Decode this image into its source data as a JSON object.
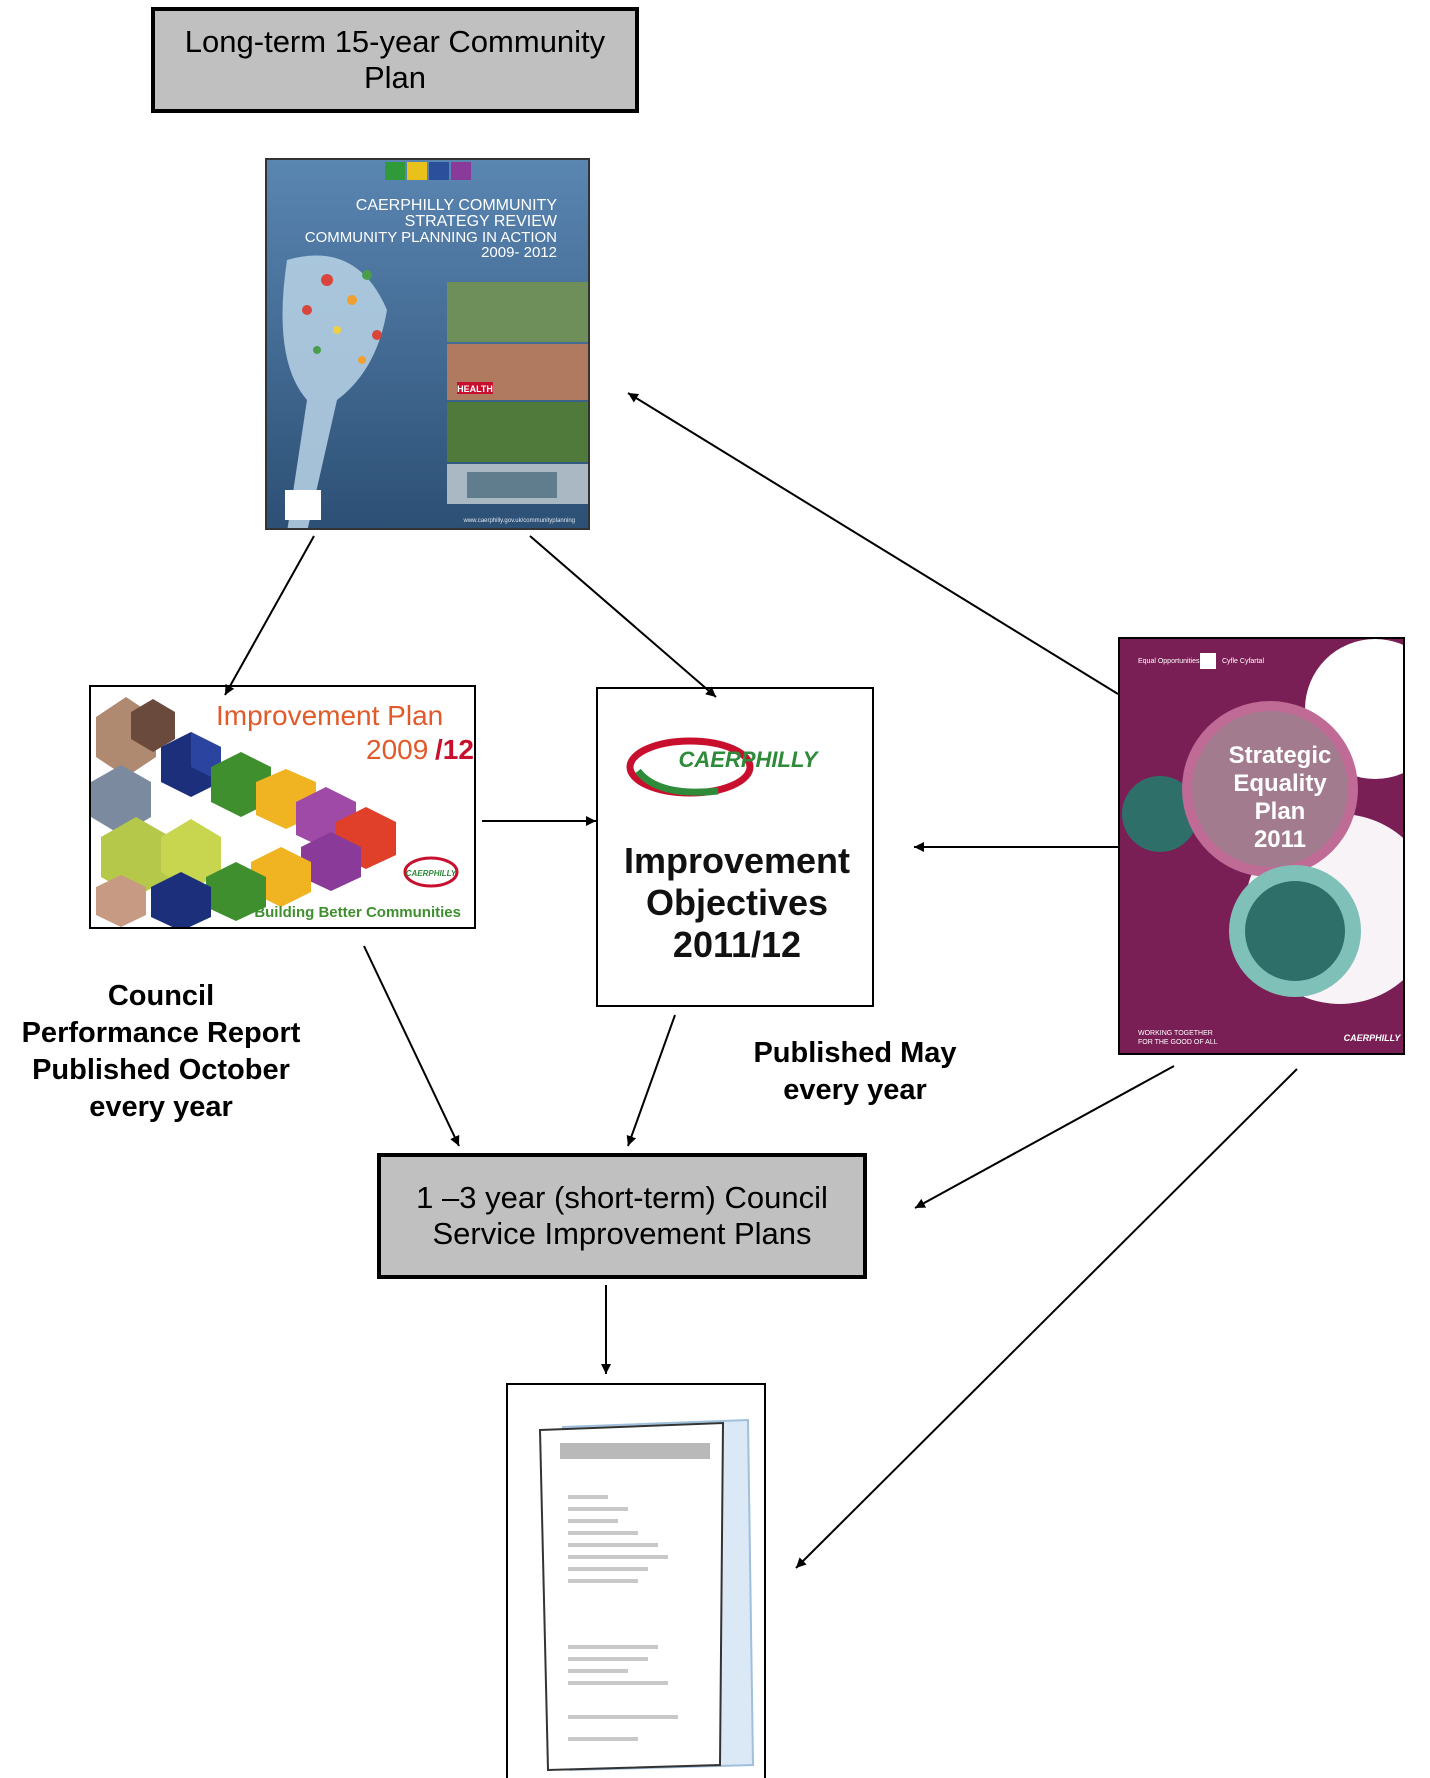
{
  "top_box": {
    "line1": "Long-term 15-year Community",
    "line2": "Plan"
  },
  "community_strategy_cover": {
    "line1": "CAERPHILLY COMMUNITY",
    "line2": "STRATEGY REVIEW",
    "line3": "COMMUNITY PLANNING IN ACTION",
    "line4": "2009- 2012",
    "photo_tag": "HEALTH",
    "footer_url": "www.caerphilly.gov.uk/communityplanning"
  },
  "improvement_plan_cover": {
    "title": "Improvement Plan",
    "year_prefix": "2009",
    "year_suffix": "/12",
    "tagline": "Building Better Communities",
    "logo_text": "CAERPHILLY"
  },
  "improvement_objectives_cover": {
    "logo_text": "CAERPHILLY",
    "line1": "Improvement",
    "line2": "Objectives",
    "line3": "2011/12"
  },
  "equality_plan_cover": {
    "header_left": "Equal Opportunities",
    "header_right": "Cyfle Cyfartal",
    "line1": "Strategic",
    "line2": "Equality",
    "line3": "Plan",
    "line4": "2011",
    "footer_line1": "WORKING TOGETHER",
    "footer_line2": "FOR THE GOOD OF ALL",
    "logo_text": "CAERPHILLY"
  },
  "performance_label": {
    "line1": "Council",
    "line2": "Performance Report",
    "line3": "Published October",
    "line4": "every year"
  },
  "published_may_label": {
    "line1": "Published May",
    "line2": "every year"
  },
  "service_box": {
    "line1": "1 –3 year (short-term) Council",
    "line2": "Service Improvement Plans"
  },
  "colors": {
    "grey_box": "#c0c0c0",
    "equality_purple": "#7a1f55",
    "teal": "#2f6f6a",
    "caerphilly_red": "#c8102e",
    "caerphilly_green": "#2e8b3a"
  }
}
